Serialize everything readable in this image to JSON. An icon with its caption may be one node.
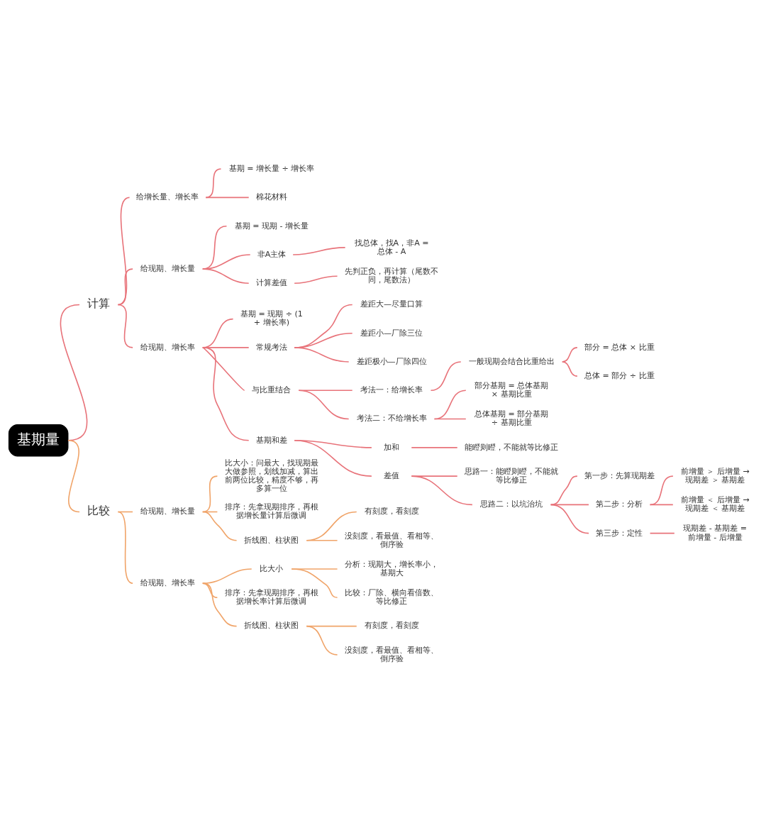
{
  "diagram": {
    "nodes": [
      {
        "text": [
          "基期量"
        ]
      },
      {
        "text": [
          "计算"
        ]
      },
      {
        "text": [
          "给增长量、增长率"
        ]
      },
      {
        "text": [
          "基期 = 增长量 ÷ 增长率"
        ]
      },
      {
        "text": [
          "棉花材料"
        ]
      },
      {
        "text": [
          "给现期、增长量"
        ]
      },
      {
        "text": [
          "基期 = 现期 - 增长量"
        ]
      },
      {
        "text": [
          "非A主体"
        ]
      },
      {
        "text": [
          "找总体，找A，非A = 总体 - A"
        ]
      },
      {
        "text": [
          "计算差值"
        ]
      },
      {
        "text": [
          "先判正负，再计算（尾数不同，尾数法）"
        ]
      },
      {
        "text": [
          "给现期、增长率"
        ]
      },
      {
        "text": [
          "基期 = 现期 ÷ (1 + 增长率)"
        ]
      },
      {
        "text": [
          "常规考法"
        ]
      },
      {
        "text": [
          "差距大—尽量口算"
        ]
      },
      {
        "text": [
          "差距小—厂除三位"
        ]
      },
      {
        "text": [
          "差距极小—厂除四位"
        ]
      },
      {
        "text": [
          "与比重结合"
        ]
      },
      {
        "text": [
          "考法一：给增长率"
        ]
      },
      {
        "text": [
          "一般现期会结合比重给出"
        ]
      },
      {
        "text": [
          "部分 = 总体 × 比重"
        ]
      },
      {
        "text": [
          "总体 = 部分 ÷ 比重"
        ]
      },
      {
        "text": [
          "考法二：不给增长率"
        ]
      },
      {
        "text": [
          "部分基期 = 总体基期 × 基期比重"
        ]
      },
      {
        "text": [
          "总体基期 = 部分基期 ÷ 基期比重"
        ]
      },
      {
        "text": [
          "基期和差"
        ]
      },
      {
        "text": [
          "加和"
        ]
      },
      {
        "text": [
          "能瞪则瞪，不能就等比修正"
        ]
      },
      {
        "text": [
          "差值"
        ]
      },
      {
        "text": [
          "思路一：能瞪则瞪，不能就等比修正"
        ]
      },
      {
        "text": [
          "思路二：以坑治坑"
        ]
      },
      {
        "text": [
          "第一步：先算现期差"
        ]
      },
      {
        "text": [
          "第二步：分析"
        ]
      },
      {
        "text": [
          "前增量 ＞ 后增量 → 现期差 ＞ 基期差"
        ]
      },
      {
        "text": [
          "前增量 ＜ 后增量 → 现期差 ＜ 基期差"
        ]
      },
      {
        "text": [
          "第三步：定性"
        ]
      },
      {
        "text": [
          "现期差 - 基期差 = 前增量 - 后增量"
        ]
      },
      {
        "text": [
          "比较"
        ]
      },
      {
        "text": [
          "给现期、增长量"
        ]
      },
      {
        "text": [
          "比大小：问最大，找现期最大做参照，划线加减，算出前两位比较，精度不够，再多算一位"
        ]
      },
      {
        "text": [
          "排序：先拿现期排序，再根据增长量计算后微调"
        ]
      },
      {
        "text": [
          "折线图、柱状图"
        ]
      },
      {
        "text": [
          "有刻度，看刻度"
        ]
      },
      {
        "text": [
          "没刻度，看最值、看相等、倒序验"
        ]
      },
      {
        "text": [
          "给现期、增长率"
        ]
      },
      {
        "text": [
          "比大小"
        ]
      },
      {
        "text": [
          "分析：现期大，增长率小，基期大"
        ]
      },
      {
        "text": [
          "比较：厂除、横向看倍数、等比修正"
        ]
      },
      {
        "text": [
          "排序：先拿现期排序，再根据增长率计算后微调"
        ]
      },
      {
        "text": [
          "折线图、柱状图"
        ]
      },
      {
        "text": [
          "有刻度，看刻度"
        ]
      },
      {
        "text": [
          "没刻度，看最值、看相等、倒序验"
        ]
      }
    ],
    "edges": [
      {
        "from": 0,
        "to": 1,
        "arrow": "none"
      },
      {
        "from": 1,
        "to": 2,
        "arrow": "none"
      },
      {
        "from": 2,
        "to": 3,
        "arrow": "none"
      },
      {
        "from": 2,
        "to": 4,
        "arrow": "none"
      },
      {
        "from": 1,
        "to": 5,
        "arrow": "none"
      },
      {
        "from": 5,
        "to": 6,
        "arrow": "none"
      },
      {
        "from": 5,
        "to": 7,
        "arrow": "none"
      },
      {
        "from": 7,
        "to": 8,
        "arrow": "none"
      },
      {
        "from": 5,
        "to": 9,
        "arrow": "none"
      },
      {
        "from": 9,
        "to": 10,
        "arrow": "none"
      },
      {
        "from": 1,
        "to": 11,
        "arrow": "none"
      },
      {
        "from": 11,
        "to": 12,
        "arrow": "none"
      },
      {
        "from": 11,
        "to": 13,
        "arrow": "none"
      },
      {
        "from": 13,
        "to": 14,
        "arrow": "none"
      },
      {
        "from": 13,
        "to": 15,
        "arrow": "none"
      },
      {
        "from": 13,
        "to": 16,
        "arrow": "none"
      },
      {
        "from": 11,
        "to": 17,
        "arrow": "none"
      },
      {
        "from": 17,
        "to": 18,
        "arrow": "none"
      },
      {
        "from": 18,
        "to": 19,
        "arrow": "none"
      },
      {
        "from": 19,
        "to": 20,
        "arrow": "none"
      },
      {
        "from": 19,
        "to": 21,
        "arrow": "none"
      },
      {
        "from": 17,
        "to": 22,
        "arrow": "none"
      },
      {
        "from": 22,
        "to": 23,
        "arrow": "none"
      },
      {
        "from": 22,
        "to": 24,
        "arrow": "none"
      },
      {
        "from": 11,
        "to": 25,
        "arrow": "none"
      },
      {
        "from": 25,
        "to": 26,
        "arrow": "none"
      },
      {
        "from": 26,
        "to": 27,
        "arrow": "none"
      },
      {
        "from": 25,
        "to": 28,
        "arrow": "none"
      },
      {
        "from": 28,
        "to": 29,
        "arrow": "none"
      },
      {
        "from": 28,
        "to": 30,
        "arrow": "none"
      },
      {
        "from": 30,
        "to": 31,
        "arrow": "none"
      },
      {
        "from": 30,
        "to": 32,
        "arrow": "none"
      },
      {
        "from": 32,
        "to": 33,
        "arrow": "none"
      },
      {
        "from": 32,
        "to": 34,
        "arrow": "none"
      },
      {
        "from": 30,
        "to": 35,
        "arrow": "none"
      },
      {
        "from": 35,
        "to": 36,
        "arrow": "none"
      },
      {
        "from": 0,
        "to": 37,
        "arrow": "none",
        "color": "#f0a469"
      },
      {
        "from": 37,
        "to": 38,
        "arrow": "none",
        "color": "#f0a469"
      },
      {
        "from": 38,
        "to": 39,
        "arrow": "none",
        "color": "#f0a469"
      },
      {
        "from": 38,
        "to": 40,
        "arrow": "none",
        "color": "#f0a469"
      },
      {
        "from": 38,
        "to": 41,
        "arrow": "none",
        "color": "#f0a469"
      },
      {
        "from": 41,
        "to": 42,
        "arrow": "none",
        "color": "#f0a469"
      },
      {
        "from": 41,
        "to": 43,
        "arrow": "none",
        "color": "#f0a469"
      },
      {
        "from": 37,
        "to": 44,
        "arrow": "none",
        "color": "#f0a469"
      },
      {
        "from": 44,
        "to": 45,
        "arrow": "none",
        "color": "#f0a469"
      },
      {
        "from": 45,
        "to": 46,
        "arrow": "none",
        "color": "#f0a469"
      },
      {
        "from": 45,
        "to": 47,
        "arrow": "none",
        "color": "#f0a469"
      },
      {
        "from": 44,
        "to": 48,
        "arrow": "none",
        "color": "#f0a469"
      },
      {
        "from": 44,
        "to": 49,
        "arrow": "none",
        "color": "#f0a469"
      },
      {
        "from": 49,
        "to": 50,
        "arrow": "none",
        "color": "#f0a469"
      },
      {
        "from": 49,
        "to": 51,
        "arrow": "none",
        "color": "#f0a469"
      }
    ]
  }
}
